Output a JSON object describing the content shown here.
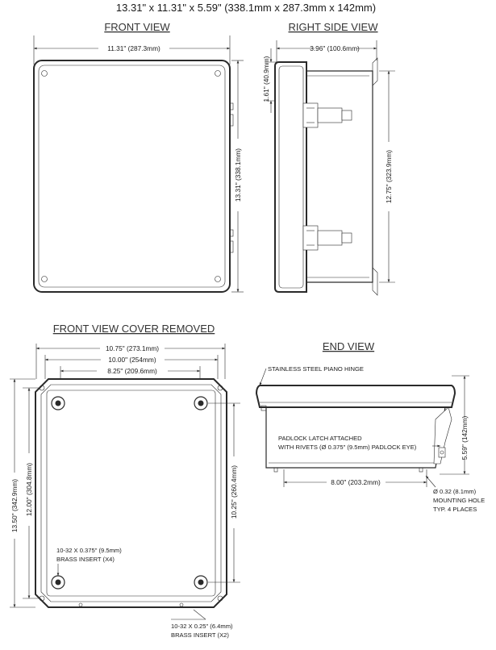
{
  "header": {
    "overall": "13.31\" x 11.31\" x 5.59\" (338.1mm x 287.3mm x 142mm)"
  },
  "front_view": {
    "title": "FRONT VIEW",
    "width_dim": "11.31\" (287.3mm)",
    "height_dim": "13.31\" (338.1mm)"
  },
  "right_side_view": {
    "title": "RIGHT SIDE VIEW",
    "depth_dim": "3.96\" (100.6mm)",
    "top_dim": "1.61\" (40.9mm)",
    "height_dim": "12.75\" (323.9mm)"
  },
  "front_view_cover_removed": {
    "title": "FRONT VIEW COVER REMOVED",
    "dim_outer_width": "10.75\" (273.1mm)",
    "dim_mid_width": "10.00\" (254mm)",
    "dim_inner_width": "8.25\" (209.6mm)",
    "dim_outer_height": "13.50\" (342.9mm)",
    "dim_mid_height": "12.00\" (304.8mm)",
    "dim_inner_height": "10.25\" (260.4mm)",
    "insert_note_1": "10-32 X 0.375\" (9.5mm)",
    "insert_note_2": "BRASS INSERT (X4)",
    "bottom_note_1": "10-32 X 0.25\" (6.4mm)",
    "bottom_note_2": "BRASS INSERT (X2)"
  },
  "end_view": {
    "title": "END VIEW",
    "hinge_note": "STAINLESS STEEL PIANO HINGE",
    "latch_note_1": "PADLOCK LATCH ATTACHED",
    "latch_note_2": "WITH RIVETS (Ø 0.375\" (9.5mm) PADLOCK EYE)",
    "depth_dim": "5.59\" (142mm)",
    "mount_spacing_dim": "8.00\" (203.2mm)",
    "hole_note_1": "Ø 0.32 (8.1mm)",
    "hole_note_2": "MOUNTING HOLE",
    "hole_note_3": "TYP. 4 PLACES"
  }
}
